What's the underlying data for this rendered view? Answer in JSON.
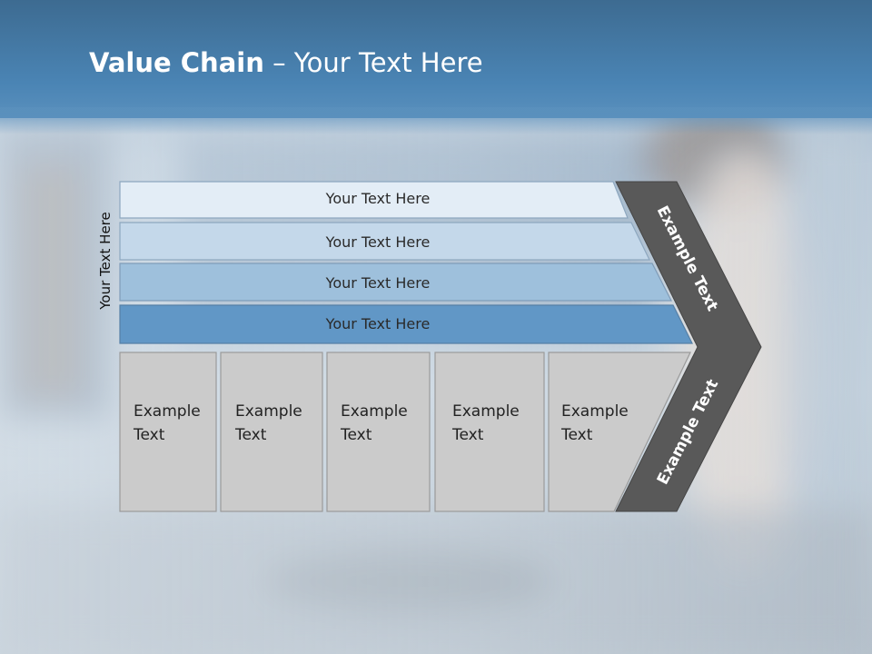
{
  "title": {
    "bold": "Value Chain",
    "rest": " – Your Text Here"
  },
  "side_label": "Your Text Here",
  "bars": [
    {
      "label": "Your Text Here",
      "fill": "#e3edf6"
    },
    {
      "label": "Your Text Here",
      "fill": "#c4d8ea"
    },
    {
      "label": "Your Text Here",
      "fill": "#9ec0dc"
    },
    {
      "label": "Your Text Here",
      "fill": "#6197c6"
    }
  ],
  "boxes": [
    {
      "line1": "Example",
      "line2": "Text"
    },
    {
      "line1": "Example",
      "line2": "Text"
    },
    {
      "line1": "Example",
      "line2": "Text"
    },
    {
      "line1": "Example",
      "line2": "Text"
    },
    {
      "line1": "Example",
      "line2": "Text"
    }
  ],
  "chevron": {
    "upper_label": "Example Text",
    "lower_label": "Example Text",
    "fill": "#595959"
  },
  "colors": {
    "header": "#4a84b4",
    "box_fill": "#cbcbcb",
    "box_border": "#9a9a9a"
  }
}
